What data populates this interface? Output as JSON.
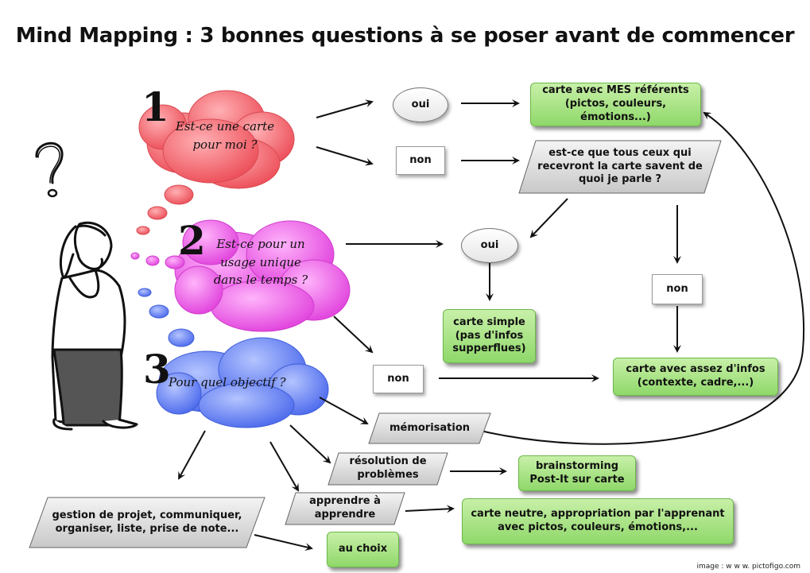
{
  "title": "Mind Mapping : 3 bonnes questions à se poser avant de commencer",
  "questions": [
    {
      "number": "1",
      "lines": [
        "Est-ce une carte",
        "pour moi ?"
      ],
      "color": "#f0606a"
    },
    {
      "number": "2",
      "lines": [
        "Est-ce pour un",
        "usage unique",
        "dans le temps ?"
      ],
      "color": "#ee5ee8"
    },
    {
      "number": "3",
      "lines": [
        "Pour quel objectif ?"
      ],
      "color": "#5a7cf0"
    }
  ],
  "nodes": {
    "q1_oui": "oui",
    "q1_non": "non",
    "carte_mes_referents": [
      "carte avec MES référents",
      "(pictos, couleurs,",
      "émotions...)"
    ],
    "tous_savent": [
      "est-ce que tous ceux qui",
      "recevront la carte savent de",
      "quoi je parle ?"
    ],
    "q2_oui": "oui",
    "savent_non": "non",
    "carte_simple": [
      "carte simple",
      "(pas d'infos",
      "supperflues)"
    ],
    "q2_non": "non",
    "carte_assez_infos": [
      "carte avec assez d'infos",
      "(contexte, cadre,...)"
    ],
    "memorisation": "mémorisation",
    "resolution": [
      "résolution de",
      "problèmes"
    ],
    "brainstorming": [
      "brainstorming",
      "Post-It sur carte"
    ],
    "apprendre": [
      "apprendre à",
      "apprendre"
    ],
    "carte_neutre": [
      "carte neutre, appropriation par l'apprenant",
      "avec pictos, couleurs, émotions,..."
    ],
    "gestion": [
      "gestion de projet, communiquer,",
      "organiser, liste, prise de note..."
    ],
    "au_choix": "au choix"
  },
  "colors": {
    "green": "#8fd86a",
    "bubble1": "#f0606a",
    "bubble2": "#ee5ee8",
    "bubble3": "#5a7cf0"
  },
  "icons": [
    "question-mark-icon",
    "thinking-person-icon",
    "thought-bubbles-icon"
  ],
  "credit": "image : w w w. pictofigo.com"
}
